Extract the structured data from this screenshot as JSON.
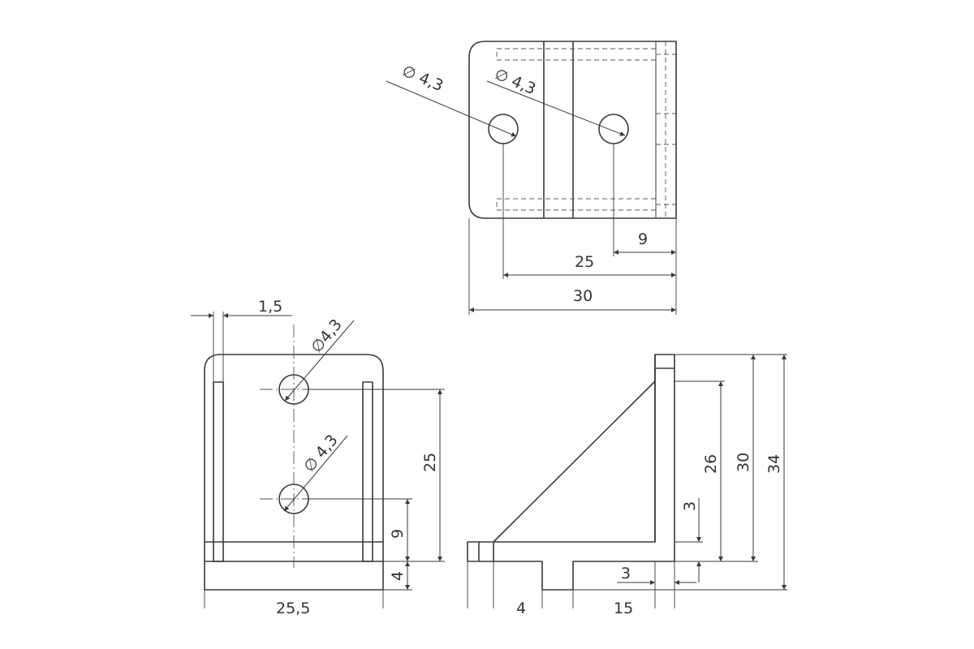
{
  "top_view": {
    "hole_left_label": "∅ 4,3",
    "hole_right_label": "∅ 4,3",
    "dim_9": "9",
    "dim_25": "25",
    "dim_30": "30"
  },
  "front_view": {
    "dim_1_5": "1,5",
    "hole_top_label": "∅4,3",
    "hole_bottom_label": "∅ 4,3",
    "dim_25": "25",
    "dim_9": "9",
    "dim_4": "4",
    "dim_25_5": "25,5"
  },
  "side_view": {
    "dim_26": "26",
    "dim_30": "30",
    "dim_34": "34",
    "dim_3_vertical": "3",
    "dim_3_horizontal": "3",
    "dim_4": "4",
    "dim_15": "15"
  }
}
